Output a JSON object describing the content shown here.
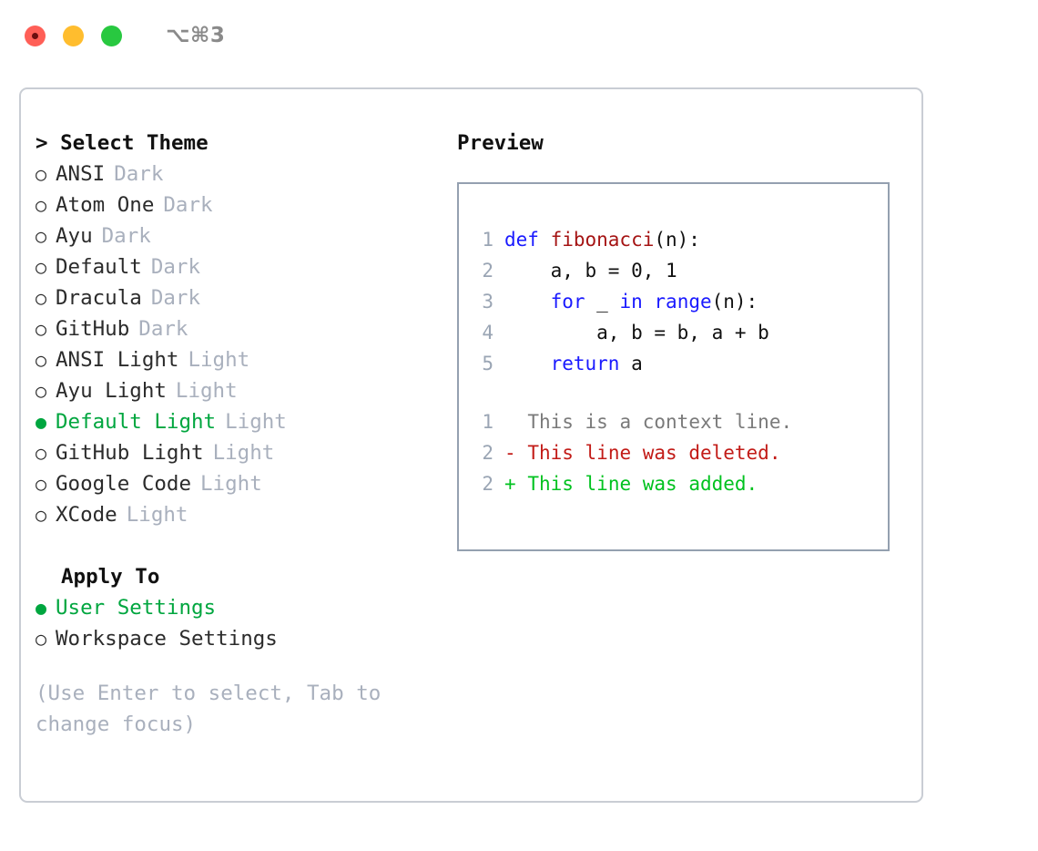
{
  "window": {
    "title": "⌥⌘3",
    "traffic_lights": [
      "close",
      "minimize",
      "maximize"
    ]
  },
  "left": {
    "header": "> Select Theme",
    "themes": [
      {
        "bullet": "○",
        "name": "ANSI",
        "tag": "Dark",
        "selected": false
      },
      {
        "bullet": "○",
        "name": "Atom One",
        "tag": "Dark",
        "selected": false
      },
      {
        "bullet": "○",
        "name": "Ayu",
        "tag": "Dark",
        "selected": false
      },
      {
        "bullet": "○",
        "name": "Default",
        "tag": "Dark",
        "selected": false
      },
      {
        "bullet": "○",
        "name": "Dracula",
        "tag": "Dark",
        "selected": false
      },
      {
        "bullet": "○",
        "name": "GitHub",
        "tag": "Dark",
        "selected": false
      },
      {
        "bullet": "○",
        "name": "ANSI Light",
        "tag": "Light",
        "selected": false
      },
      {
        "bullet": "○",
        "name": "Ayu Light",
        "tag": "Light",
        "selected": false
      },
      {
        "bullet": "●",
        "name": "Default Light",
        "tag": "Light",
        "selected": true
      },
      {
        "bullet": "○",
        "name": "GitHub Light",
        "tag": "Light",
        "selected": false
      },
      {
        "bullet": "○",
        "name": "Google Code",
        "tag": "Light",
        "selected": false
      },
      {
        "bullet": "○",
        "name": "XCode",
        "tag": "Light",
        "selected": false
      }
    ],
    "apply_to_header": "Apply To",
    "apply_to": [
      {
        "bullet": "●",
        "name": "User Settings",
        "selected": true
      },
      {
        "bullet": "○",
        "name": "Workspace Settings",
        "selected": false
      }
    ],
    "hint": "(Use Enter to select, Tab to change focus)"
  },
  "right": {
    "header": "Preview",
    "code_lines": [
      {
        "no": "1",
        "segments": [
          {
            "text": "def ",
            "style": "kw"
          },
          {
            "text": "fibonacci",
            "style": "fn"
          },
          {
            "text": "(n):",
            "style": "plain"
          }
        ]
      },
      {
        "no": "2",
        "segments": [
          {
            "text": "    a, b = 0, 1",
            "style": "plain"
          }
        ]
      },
      {
        "no": "3",
        "segments": [
          {
            "text": "    ",
            "style": "plain"
          },
          {
            "text": "for",
            "style": "kw"
          },
          {
            "text": " _ ",
            "style": "plain"
          },
          {
            "text": "in",
            "style": "kw"
          },
          {
            "text": " ",
            "style": "plain"
          },
          {
            "text": "range",
            "style": "kw"
          },
          {
            "text": "(n):",
            "style": "plain"
          }
        ]
      },
      {
        "no": "4",
        "segments": [
          {
            "text": "        a, b = b, a + b",
            "style": "plain"
          }
        ]
      },
      {
        "no": "5",
        "segments": [
          {
            "text": "    ",
            "style": "plain"
          },
          {
            "text": "return",
            "style": "kw"
          },
          {
            "text": " a",
            "style": "plain"
          }
        ]
      }
    ],
    "diff_lines": [
      {
        "no": "1",
        "marker": " ",
        "text": "This is a context line.",
        "kind": "ctx"
      },
      {
        "no": "2",
        "marker": "-",
        "text": "This line was deleted.",
        "kind": "del"
      },
      {
        "no": "2",
        "marker": "+",
        "text": "This line was added.",
        "kind": "add"
      }
    ]
  },
  "colors": {
    "accent_green": "#00a63f",
    "muted_gray": "#a9b0bd",
    "keyword_blue": "#1a1aff",
    "function_red": "#a51414",
    "diff_delete": "#c21b17",
    "diff_add": "#00c21f",
    "panel_border": "#c9cdd4",
    "code_border": "#94a0b0"
  }
}
